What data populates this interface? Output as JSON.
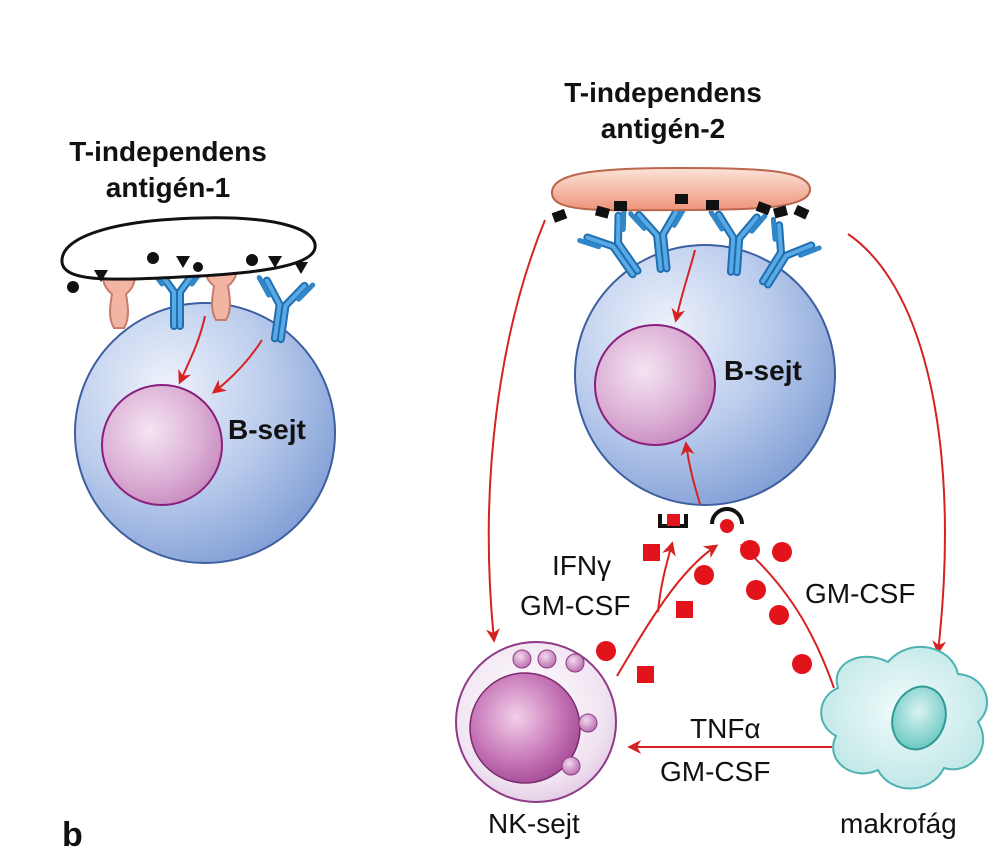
{
  "panel1": {
    "title_line1": "T-independens",
    "title_line2": "antigén-1",
    "cell_label": "B-sejt"
  },
  "panel2": {
    "title_line1": "T-independens",
    "title_line2": "antigén-2",
    "cell_label": "B-sejt",
    "nk_signal_line1": "IFNγ",
    "nk_signal_line2": "GM-CSF",
    "macrophage_signal": "GM-CSF",
    "tnf_line1": "TNFα",
    "tnf_line2": "GM-CSF",
    "nk_cell_label": "NK-sejt",
    "macrophage_label": "makrofág"
  },
  "panel_letter": "b",
  "colors": {
    "arrow": "#d62222",
    "cytokine": "#e3131b",
    "antibody": "#2f86c8",
    "cell_fill": "#a3bce6",
    "nucleus_fill": "#dcb0d6",
    "nucleus_stroke": "#8a1e7c",
    "antigen2_fill": "#f3a489",
    "receptor_pink": "#f2b5a3",
    "macrophage_fill": "#bfe6e6"
  },
  "icons": [
    "b-cell",
    "nucleus",
    "antibody-receptor",
    "nk-cell",
    "macrophage",
    "cytokine-square",
    "cytokine-circle"
  ]
}
